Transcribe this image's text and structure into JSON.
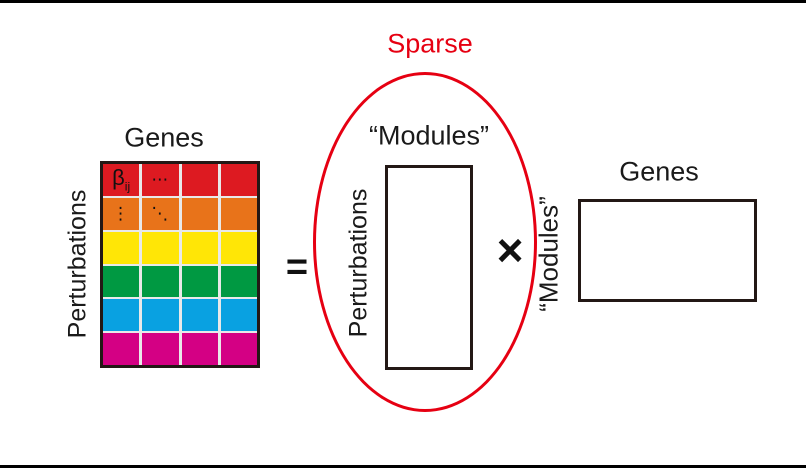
{
  "annotation": {
    "sparse": "Sparse"
  },
  "operators": {
    "equals": "=",
    "times": "×"
  },
  "left_matrix": {
    "top_label": "Genes",
    "side_label": "Perturbations",
    "rows": 6,
    "cols": 4,
    "row_colors": [
      "#dd1a21",
      "#e8731a",
      "#ffe606",
      "#009942",
      "#09a1e1",
      "#d40084"
    ],
    "cells": {
      "beta_base": "β",
      "beta_subscript": "ij",
      "horizontal_dots": "⋯",
      "vertical_dots": "⋮",
      "diagonal_dots": "⋱"
    }
  },
  "factor_matrix": {
    "top_label": "“Modules”",
    "side_label": "Perturbations"
  },
  "loading_matrix": {
    "top_label": "Genes",
    "side_label": "“Modules”"
  },
  "colors": {
    "accent_red": "#e60012",
    "ink": "#231815",
    "gridline": "#e9e9e9",
    "frame_black": "#000000"
  }
}
